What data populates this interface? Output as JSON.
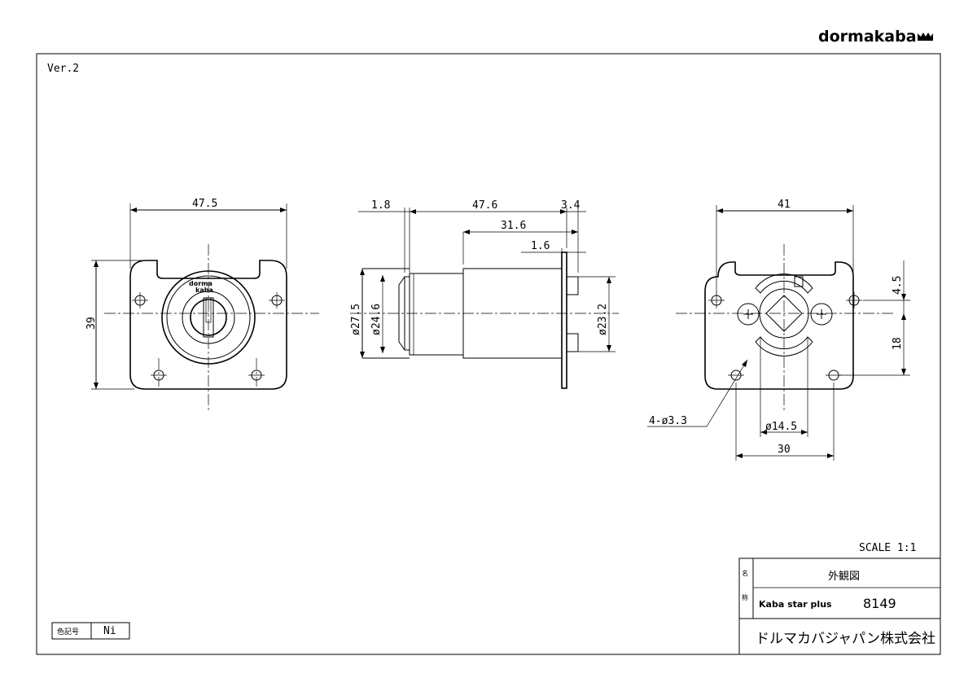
{
  "brand": {
    "name": "dormakaba"
  },
  "sheet": {
    "version": "Ver.2",
    "scale": "SCALE  1:1"
  },
  "title_block": {
    "name_label_1": "名",
    "name_label_2": "称",
    "title": "外観図",
    "product": "Kaba star plus",
    "model": "8149",
    "company": "ドルマカバジャパン株式会社"
  },
  "color_code": {
    "label": "色記号",
    "value": "Ni"
  },
  "front_view": {
    "width_dim": "47.5",
    "height_dim": "39",
    "emblem_line_1": "dorma",
    "emblem_line_2": "kaba"
  },
  "side_view": {
    "dim_flange": "1.8",
    "dim_length": "47.6",
    "dim_tail": "3.4",
    "dim_body": "31.6",
    "dim_plate": "1.6",
    "dim_outer_dia": "ø27.5",
    "dim_inner_dia": "ø24.6",
    "dim_body_dia": "ø23.2"
  },
  "rear_view": {
    "width_dim": "41",
    "dim_top": "4.5",
    "dim_vertical": "18",
    "dim_holes": "4-ø3.3",
    "dim_center_dia": "ø14.5",
    "dim_hole_span": "30"
  },
  "colors": {
    "line": "#000000",
    "paper": "#ffffff"
  }
}
